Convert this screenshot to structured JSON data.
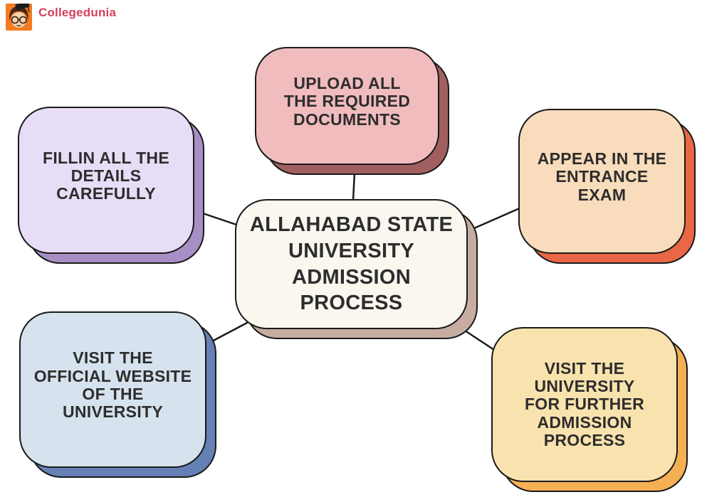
{
  "brand": {
    "name": "Collegedunia",
    "icon": "collegedunia-mascot-icon"
  },
  "colors": {
    "background": "#FFFFFF",
    "outline": "#1A1A1A",
    "text": "#2E2D2D",
    "brand_text": "#D6405A",
    "brand_icon_bg": "#F47B20"
  },
  "center_node": {
    "id": "admission-process-center",
    "lines": [
      "ALLAHABAD STATE",
      "UNIVERSITY",
      "ADMISSION",
      "PROCESS"
    ],
    "fill": "#FAF7EF",
    "shadow": "#C7ACA2"
  },
  "nodes": [
    {
      "id": "upload-documents",
      "position": "top",
      "lines": [
        "UPLOAD ALL",
        "THE REQUIRED",
        "DOCUMENTS"
      ],
      "fill": "#F0BCBE",
      "shadow": "#A25F5F"
    },
    {
      "id": "fill-details",
      "position": "left",
      "lines": [
        "FILLIN ALL THE",
        "DETAILS",
        "CAREFULLY"
      ],
      "fill": "#E8DDF7",
      "shadow": "#A78FC5"
    },
    {
      "id": "entrance-exam",
      "position": "right",
      "lines": [
        "APPEAR IN THE",
        "ENTRANCE",
        "EXAM"
      ],
      "fill": "#F8DCBC",
      "shadow": "#E96746"
    },
    {
      "id": "visit-official-website",
      "position": "bottom-left",
      "lines": [
        "VISIT THE",
        "OFFICIAL WEBSITE",
        "OF THE",
        "UNIVERSITY"
      ],
      "fill": "#D6E3EE",
      "shadow": "#6580B5"
    },
    {
      "id": "visit-university-further",
      "position": "bottom-right",
      "lines": [
        "VISIT THE",
        "UNIVERSITY",
        "FOR FURTHER",
        "ADMISSION",
        "PROCESS"
      ],
      "fill": "#F8E3AE",
      "shadow": "#F5B054"
    }
  ],
  "edges": [
    {
      "from": "admission-process-center",
      "to": "upload-documents"
    },
    {
      "from": "admission-process-center",
      "to": "fill-details"
    },
    {
      "from": "admission-process-center",
      "to": "entrance-exam"
    },
    {
      "from": "admission-process-center",
      "to": "visit-official-website"
    },
    {
      "from": "admission-process-center",
      "to": "visit-university-further"
    }
  ]
}
